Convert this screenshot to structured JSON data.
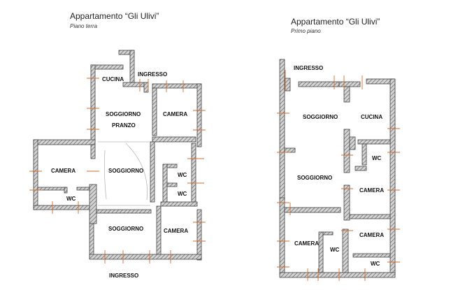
{
  "left_plan": {
    "title": "Appartamento “Gli Ulivi”",
    "subtitle": "Piano terra",
    "rooms": {
      "cucina": "CUCINA",
      "ingresso_top": "INGRESSO",
      "soggiorno_top": "SOGGIORNO",
      "pranzo": "PRANZO",
      "camera_right_top": "CAMERA",
      "camera_left": "CAMERA",
      "wc_left": "WC",
      "soggiorno_mid": "SOGGIORNO",
      "wc_a": "WC",
      "wc_b": "WC",
      "soggiorno_bottom": "SOGGIORNO",
      "camera_right_bottom": "CAMERA",
      "ingresso_bottom": "INGRESSO"
    }
  },
  "right_plan": {
    "title": "Appartamento “Gli Ulivi”",
    "subtitle": "Primo piano",
    "rooms": {
      "ingresso": "INGRESSO",
      "soggiorno_top": "SOGGIORNO",
      "cucina": "CUCINA",
      "wc_top": "WC",
      "soggiorno_mid": "SOGGIORNO",
      "camera_mid": "CAMERA",
      "camera_bottom_left": "CAMERA",
      "wc_bottom_mid": "WC",
      "camera_bottom_right": "CAMERA",
      "wc_bottom_right": "WC"
    }
  },
  "colors": {
    "wall_hatch": "#8a8a8a",
    "wall_outline": "#444444",
    "dimension_ticks": "#d96a2c"
  }
}
